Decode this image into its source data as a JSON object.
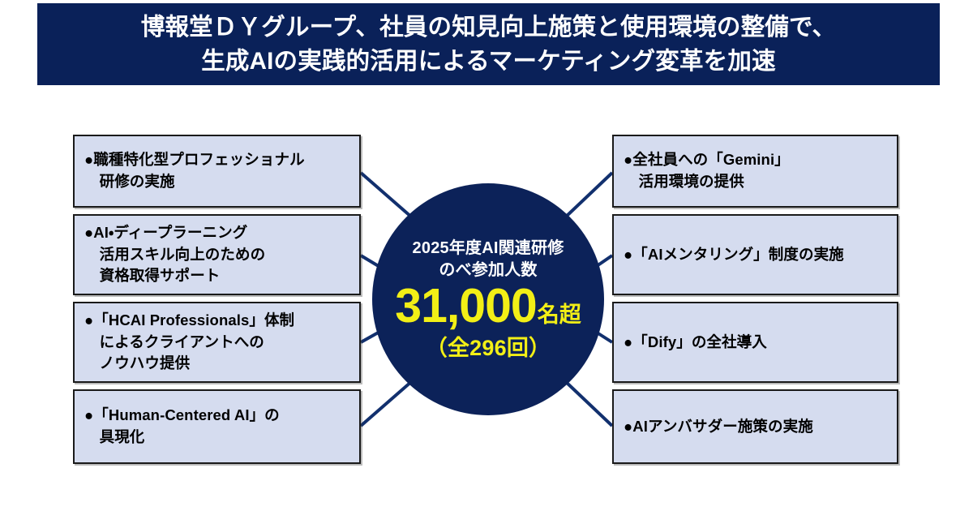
{
  "title": {
    "text": "博報堂ＤＹグループ、社員の知見向上施策と使用環境の整備で、\n生成AIの実践的活用によるマーケティング変革を加速"
  },
  "center": {
    "line1": "2025年度AI関連研修",
    "line2": "のべ参加人数",
    "number": "31,000",
    "number_suffix": "名超",
    "sub": "（全296回）"
  },
  "left_items": [
    {
      "text": "●職種特化型プロフェッショナル\n　研修の実施"
    },
    {
      "text": "●AI・ディープラーニング\n　活用スキル向上のための\n　資格取得サポート"
    },
    {
      "text": "●「HCAI Professionals」体制\n　によるクライアントへの\n　ノウハウ提供"
    },
    {
      "text": "●「Human-Centered AI」の\n　具現化"
    }
  ],
  "right_items": [
    {
      "text": "●全社員への「Gemini」\n　活用環境の提供"
    },
    {
      "text": "●「AIメンタリング」制度の実施"
    },
    {
      "text": "●「Dify」の全社導入"
    },
    {
      "text": "●AIアンバサダー施策の実施"
    }
  ],
  "colors": {
    "banner_bg": "#0a2159",
    "banner_text": "#ffffff",
    "circle_bg": "#0c2259",
    "circle_accent": "#f2ef16",
    "box_bg": "#d5dcef",
    "box_border": "#1a1a1a",
    "connector": "#12306e",
    "page_bg": "#ffffff"
  }
}
